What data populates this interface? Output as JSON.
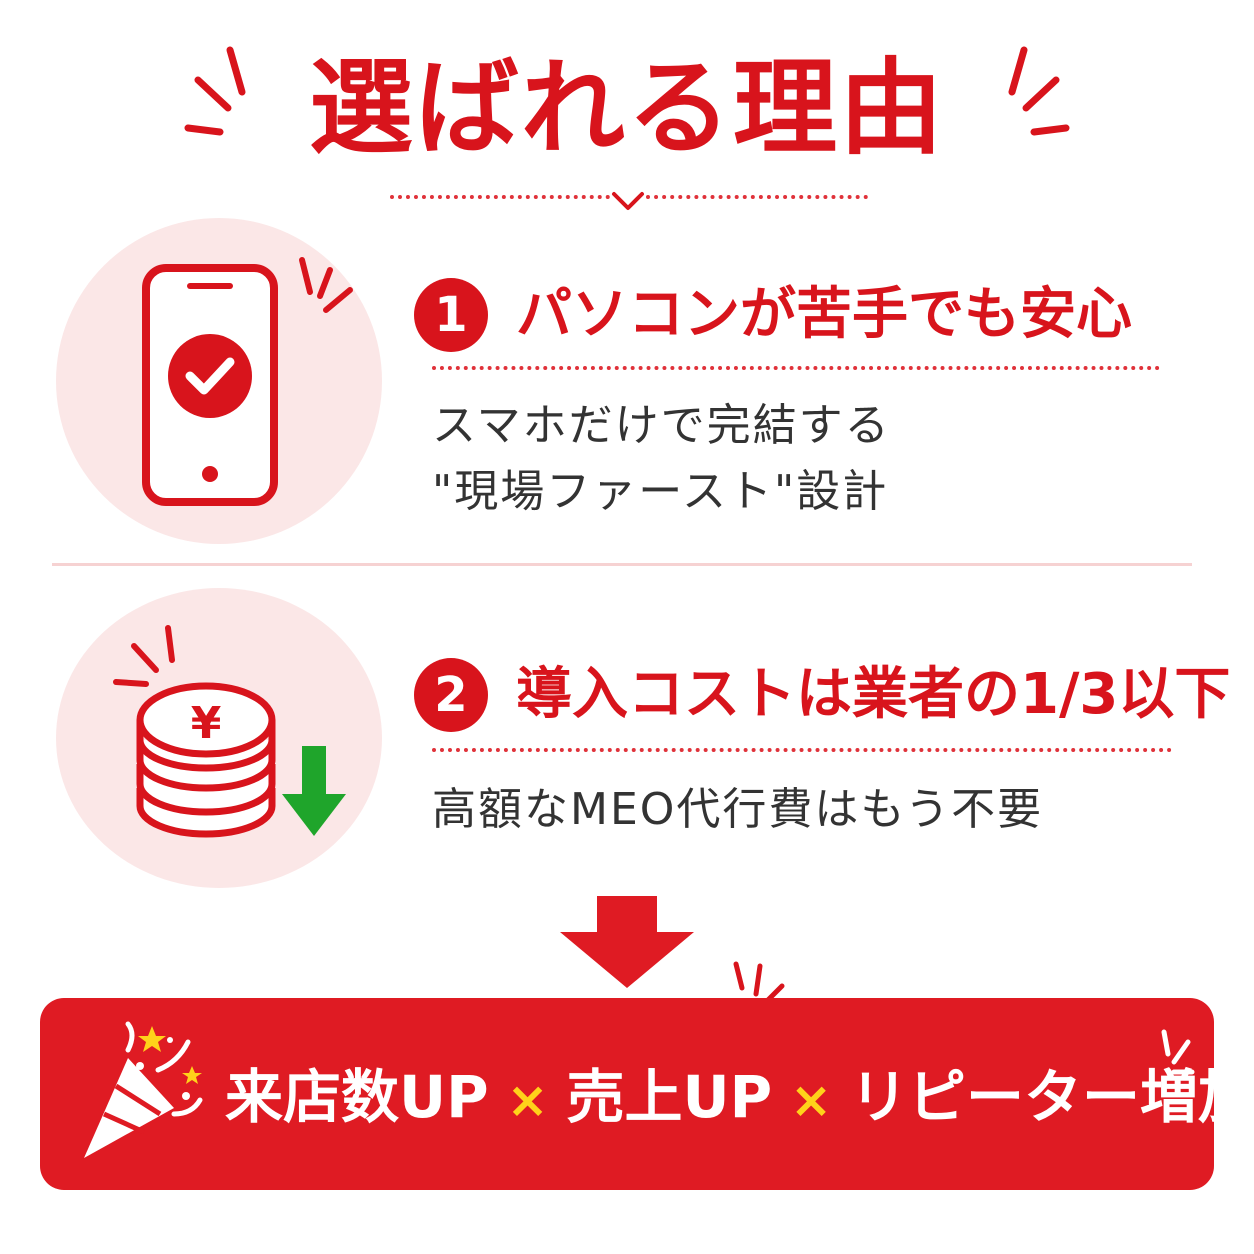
{
  "title": "選ばれる理由",
  "reasons": [
    {
      "number": "1",
      "heading": "パソコンが苦手でも安心",
      "line1": "スマホだけで完結する",
      "line2": "\"現場ファースト\"設計",
      "icon": "smartphone-check-icon"
    },
    {
      "number": "2",
      "heading": "導入コストは業者の1/3以下",
      "line1": "高額なMEO代行費はもう不要",
      "icon": "yen-coins-down-icon"
    }
  ],
  "banner": {
    "item1": "来店数UP",
    "sep1": "×",
    "item2": "売上UP",
    "sep2": "×",
    "item3": "リピーター増加"
  },
  "colors": {
    "brand_red": "#d8141c",
    "banner_red": "#df1b23",
    "circle_pink": "#fbe7e7",
    "down_arrow_green": "#1fa52b",
    "accent_yellow": "#ffd21a"
  }
}
